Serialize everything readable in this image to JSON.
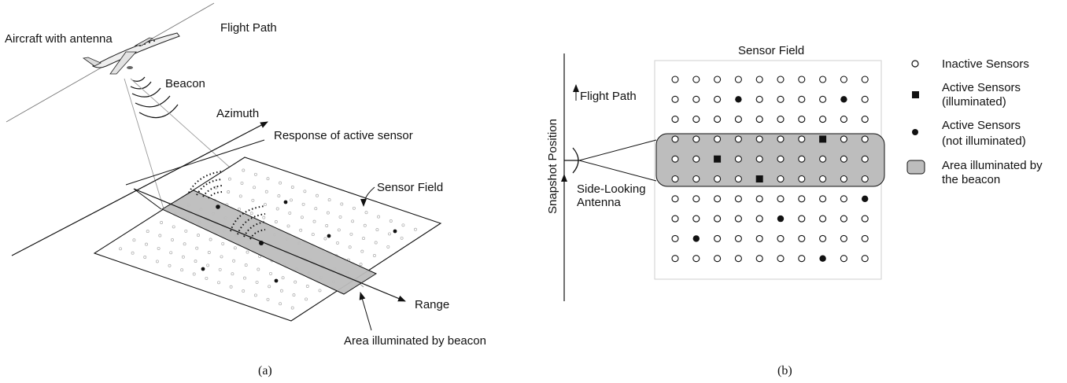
{
  "panel_a": {
    "aircraft_label": "Aircraft with antenna",
    "flight_path_label": "Flight Path",
    "beacon_label": "Beacon",
    "azimuth_label": "Azimuth",
    "response_label": "Response of active sensor",
    "sensor_field_label": "Sensor Field",
    "range_label": "Range",
    "area_label": "Area illuminated by beacon",
    "caption": "(a)"
  },
  "panel_b": {
    "title": "Sensor Field",
    "flight_path_label": "Flight Path",
    "snapshot_label": "Snapshot Position",
    "antenna_label_1": "Side-Looking",
    "antenna_label_2": "Antenna",
    "legend": [
      {
        "symbol": "open-circle",
        "line1": "Inactive Sensors",
        "line2": ""
      },
      {
        "symbol": "square",
        "line1": "Active Sensors",
        "line2": "(illuminated)"
      },
      {
        "symbol": "dot",
        "line1": "Active Sensors",
        "line2": "(not illuminated)"
      },
      {
        "symbol": "gray-box",
        "line1": "Area illuminated by",
        "line2": "the beacon"
      }
    ],
    "grid": {
      "rows": 10,
      "cols": 10,
      "illuminated_rows": [
        3,
        4,
        5
      ],
      "active_sensors": [
        [
          1,
          3
        ],
        [
          1,
          8
        ],
        [
          3,
          7
        ],
        [
          4,
          2
        ],
        [
          5,
          4
        ],
        [
          6,
          9
        ],
        [
          7,
          5
        ],
        [
          8,
          1
        ],
        [
          9,
          7
        ]
      ]
    },
    "caption": "(b)"
  },
  "colors": {
    "ink": "#111111",
    "shade": "#bdbdbd",
    "light": "#999999"
  }
}
